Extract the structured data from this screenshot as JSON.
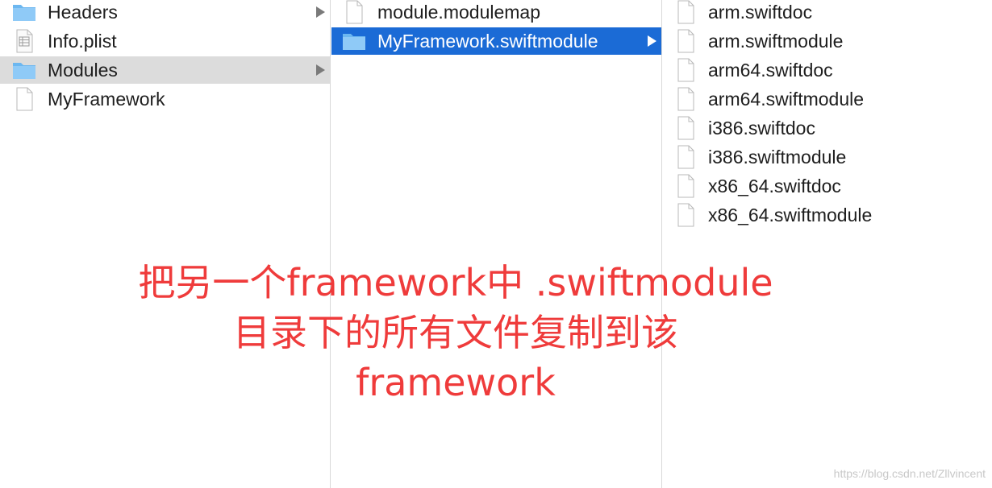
{
  "columns": [
    {
      "items": [
        {
          "name": "Headers",
          "kind": "folder",
          "has_children": true,
          "state": "normal"
        },
        {
          "name": "Info.plist",
          "kind": "plist",
          "has_children": false,
          "state": "normal"
        },
        {
          "name": "Modules",
          "kind": "folder",
          "has_children": true,
          "state": "selected-inactive"
        },
        {
          "name": "MyFramework",
          "kind": "file",
          "has_children": false,
          "state": "normal"
        }
      ]
    },
    {
      "items": [
        {
          "name": "module.modulemap",
          "kind": "file",
          "has_children": false,
          "state": "normal"
        },
        {
          "name": "MyFramework.swiftmodule",
          "kind": "folder",
          "has_children": true,
          "state": "selected-active"
        }
      ]
    },
    {
      "items": [
        {
          "name": "arm.swiftdoc",
          "kind": "file",
          "has_children": false,
          "state": "normal"
        },
        {
          "name": "arm.swiftmodule",
          "kind": "file",
          "has_children": false,
          "state": "normal"
        },
        {
          "name": "arm64.swiftdoc",
          "kind": "file",
          "has_children": false,
          "state": "normal"
        },
        {
          "name": "arm64.swiftmodule",
          "kind": "file",
          "has_children": false,
          "state": "normal"
        },
        {
          "name": "i386.swiftdoc",
          "kind": "file",
          "has_children": false,
          "state": "normal"
        },
        {
          "name": "i386.swiftmodule",
          "kind": "file",
          "has_children": false,
          "state": "normal"
        },
        {
          "name": "x86_64.swiftdoc",
          "kind": "file",
          "has_children": false,
          "state": "normal"
        },
        {
          "name": "x86_64.swiftmodule",
          "kind": "file",
          "has_children": false,
          "state": "normal"
        }
      ]
    }
  ],
  "annotation": {
    "line1": "把另一个framework中  .swiftmodule",
    "line2": "目录下的所有文件复制到该",
    "line3": "framework",
    "color": "#ef3b3b"
  },
  "watermark": "https://blog.csdn.net/Zllvincent",
  "colors": {
    "selection_active": "#1b6bd6",
    "selection_inactive": "#dcdcdc",
    "folder_blue": "#6cb7f0"
  }
}
